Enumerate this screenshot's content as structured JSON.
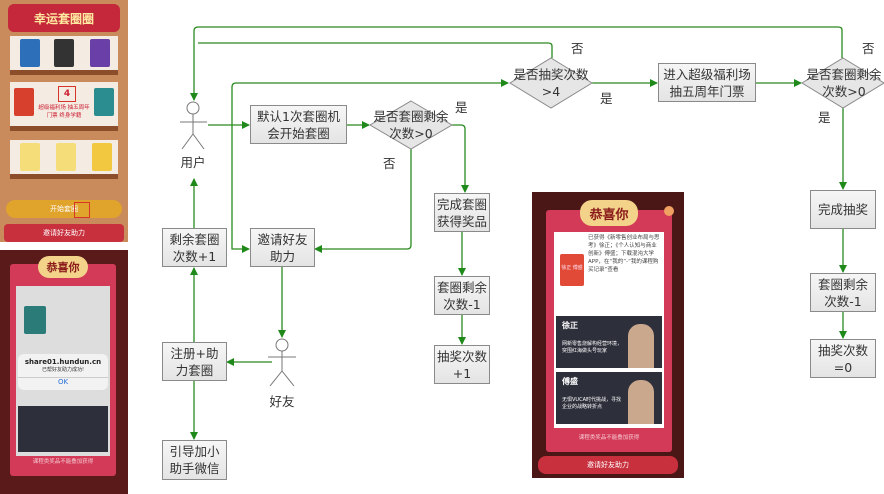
{
  "flowchart": {
    "actors": {
      "user": "用户",
      "friend": "好友"
    },
    "boxes": {
      "default_chance": "默认1次套圈机会开始套圈",
      "complete_ring": "完成套圈获得奖品",
      "ring_minus_left": "套圈剩余次数-1",
      "draw_plus": "抽奖次数+1",
      "ring_plus": "剩余套圈次数+1",
      "invite": "邀请好友助力",
      "register": "注册+助力套圈",
      "wechat": "引导加小助手微信",
      "super_welfare": "进入超级福利场抽五周年门票",
      "complete_draw": "完成抽奖",
      "ring_minus_right": "套圈剩余次数-1",
      "draw_zero": "抽奖次数=0"
    },
    "decisions": {
      "ring_left_1": "是否套圈剩余次数>0",
      "draw_gt4": "是否抽奖次数>4",
      "ring_left_2": "是否套圈剩余次数>0"
    },
    "edge_labels": {
      "yes": "是",
      "no": "否"
    },
    "line_color": "#2a8a1f"
  },
  "screens": {
    "game": {
      "title": "幸运套圈圈",
      "hint_count": "4",
      "hint_text": "超级福利场 抽五周年门票 终身学籍",
      "start_button": "开始套圈",
      "invite_button": "邀请好友助力"
    },
    "alert": {
      "title": "恭喜你",
      "domain": "share01.hundun.cn",
      "message": "已帮好友助力成功!",
      "ok": "OK",
      "footer": "课程类奖品不能叠加获得"
    },
    "prize": {
      "title": "恭喜你",
      "book": "徐正 傅盛",
      "text": "已获得《新零售创业布局与思考》徐正；《个人认知与商业创新》傅盛；下载混沌大学APP，在“我的”-“我的课程购买记录”查看",
      "teacher1": "徐正",
      "teacher1_desc": "网新零售烧解构经营环境，突围红海做头号玩家",
      "teacher2": "傅盛",
      "teacher2_desc": "无惧VUCA时代挑战，寻找企业的战略转折点",
      "footer": "课程类奖品不能叠加获得",
      "invite_button": "邀请好友助力"
    }
  }
}
